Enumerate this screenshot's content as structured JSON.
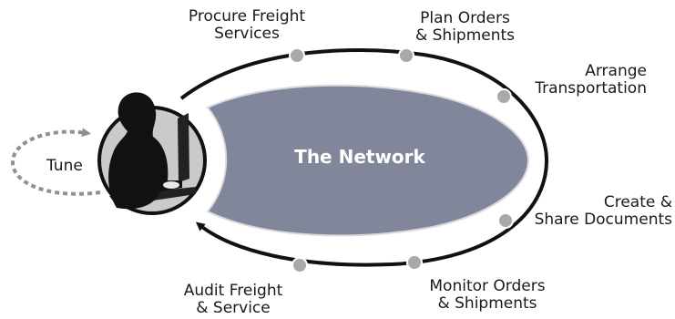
{
  "diagram": {
    "center_label": "The Network",
    "loop_label": "Tune",
    "steps": [
      {
        "id": "procure",
        "lines": [
          "Procure Freight",
          "Services"
        ]
      },
      {
        "id": "plan",
        "lines": [
          "Plan Orders",
          "& Shipments"
        ]
      },
      {
        "id": "arrange",
        "lines": [
          "Arrange",
          "Transportation"
        ]
      },
      {
        "id": "create",
        "lines": [
          "Create &",
          "Share Documents"
        ]
      },
      {
        "id": "monitor",
        "lines": [
          "Monitor Orders",
          "& Shipments"
        ]
      },
      {
        "id": "audit",
        "lines": [
          "Audit Freight",
          "& Service"
        ]
      }
    ]
  },
  "colors": {
    "network_fill": "#82869a",
    "ring_stroke": "#111111",
    "node_fill": "#a7aaa8",
    "tune_arrow": "#8f8f9a",
    "portrait_bg": "#c9cbca"
  }
}
